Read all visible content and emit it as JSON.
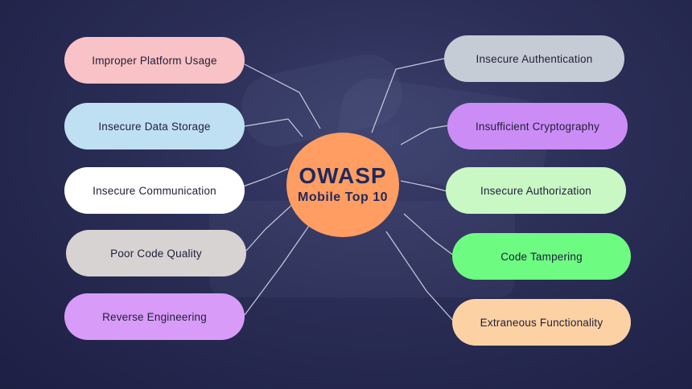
{
  "center": {
    "title": "OWASP",
    "subtitle": "Mobile Top 10",
    "color": "#ff9d63"
  },
  "items": [
    {
      "label": "Improper Platform Usage",
      "color": "#f9c2c6"
    },
    {
      "label": "Insecure Data Storage",
      "color": "#bfe0f2"
    },
    {
      "label": "Insecure Communication",
      "color": "#ffffff"
    },
    {
      "label": "Poor Code Quality",
      "color": "#d6d3d2"
    },
    {
      "label": "Reverse Engineering",
      "color": "#d89bf7"
    },
    {
      "label": "Insecure Authentication",
      "color": "#c6ccd6"
    },
    {
      "label": "Insufficient Cryptography",
      "color": "#cc8cf6"
    },
    {
      "label": "Insecure Authorization",
      "color": "#c9f8c4"
    },
    {
      "label": "Code Tampering",
      "color": "#6dfb82"
    },
    {
      "label": "Extraneous Functionality",
      "color": "#fcd2a4"
    }
  ],
  "line_color": "#c9cbe0"
}
